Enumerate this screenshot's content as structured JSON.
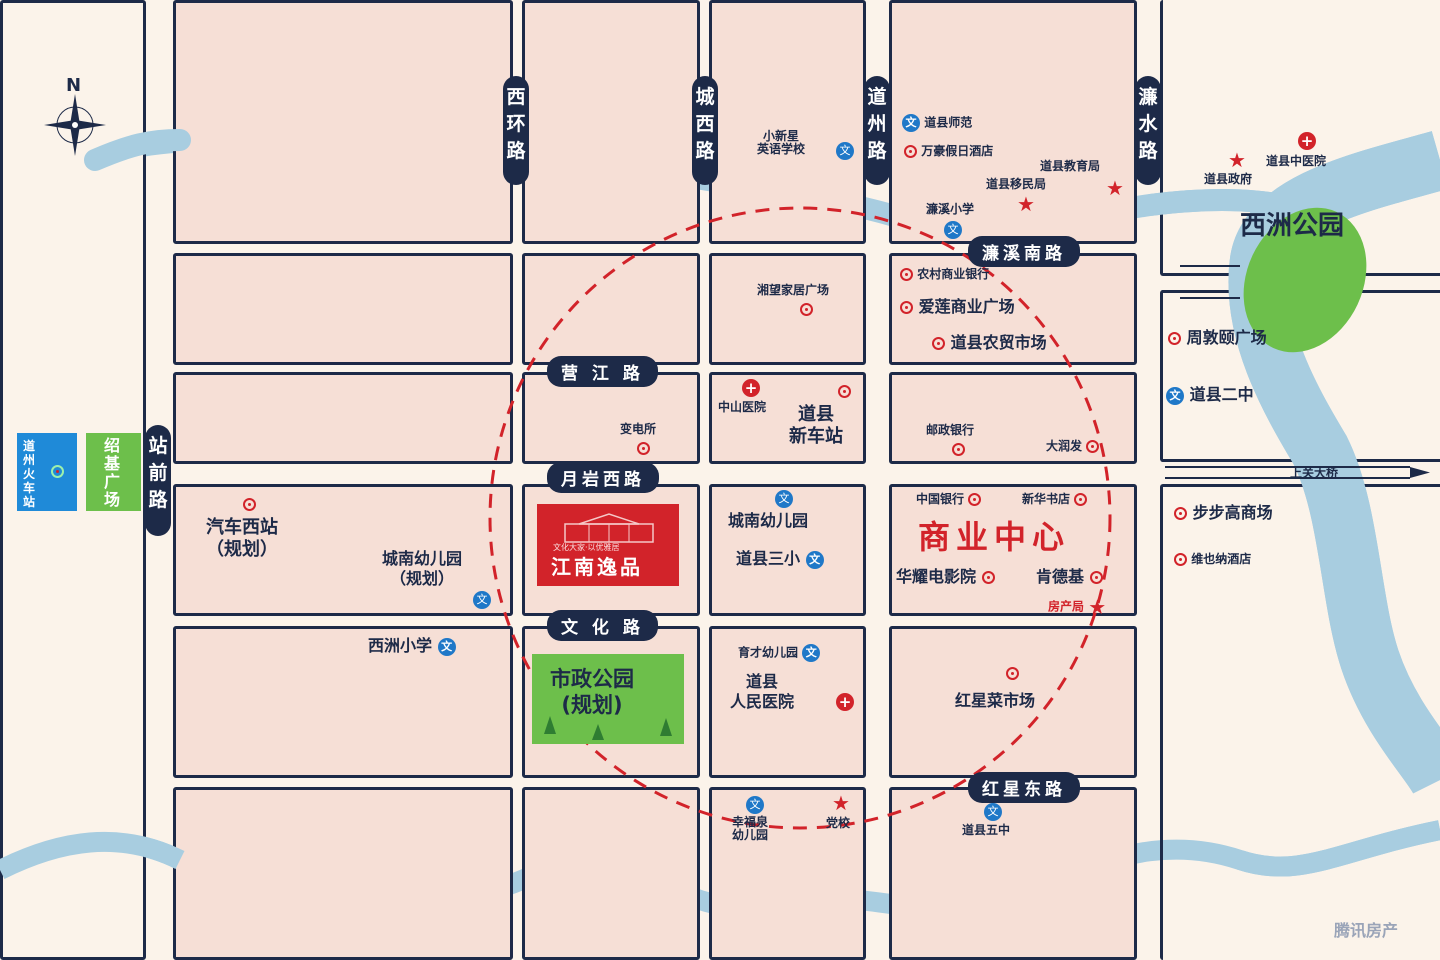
{
  "compass": {
    "label": "N"
  },
  "roads": {
    "xihuan": "西\n环\n路",
    "chengxi": "城\n西\n路",
    "daozhou": "道\n州\n路",
    "lianshui": "濂\n水\n路",
    "zhanqian": "站\n前\n路",
    "lianxi_nan": "濂溪南路",
    "yingjiang": "营 江 路",
    "yueyan_xi": "月岩西路",
    "wenhua": "文 化 路",
    "hongxing_dong": "红星东路",
    "shangguan_bridge": "上关大桥"
  },
  "left_panel": {
    "train_station": "道\n州\n火\n车\n站",
    "shaoji_square": "绍\n基\n广\n场"
  },
  "project": {
    "name": "江南逸品",
    "slogan": "文化大家·以优雅居"
  },
  "park": {
    "xizhou": "西洲公园",
    "shizheng": "市政公园\n(规划)"
  },
  "business_center": "商业中心",
  "pois": {
    "daoxian_shifan": "道县师范",
    "xiaoxinxing": "小新星\n英语学校",
    "wanhao": "万豪假日酒店",
    "jiaoyuju": "道县教育局",
    "yiminju": "道县移民局",
    "lianxi_xiaoxue": "濂溪小学",
    "zhongyiyuan": "道县中医院",
    "zhengfu": "道县政府",
    "nongcun_bank": "农村商业银行",
    "ailian": "爱莲商业广场",
    "nongmao": "道县农贸市场",
    "xiangwang": "湘望家居广场",
    "zhoudunyi": "周敦颐广场",
    "erzhong": "道县二中",
    "zhongshan": "中山医院",
    "xinchezhan": "道县\n新车站",
    "biandiansuo": "变电所",
    "youzheng": "邮政银行",
    "darunfa": "大润发",
    "qiche_xizhan": "汽车西站\n（规划）",
    "chengnan_you_plan": "城南幼儿园\n（规划）",
    "chengnan_you": "城南幼儿园",
    "sanxiao": "道县三小",
    "zhongguo_bank": "中国银行",
    "xinhua": "新华书店",
    "huayao": "华耀电影院",
    "kfc": "肯德基",
    "fangchanju": "房产局",
    "bubugao": "步步高商场",
    "weiyena": "维也纳酒店",
    "xizhou_xiaoxue": "西洲小学",
    "yucai": "育才幼儿园",
    "renmin_yiyuan": "道县\n人民医院",
    "hongxing_market": "红星菜市场",
    "xingfuquan": "幸福泉\n幼儿园",
    "dangxiao": "党校",
    "wuzhong": "道县五中"
  },
  "icon_glyphs": {
    "edu": "文",
    "hosp": "+",
    "star": "★"
  },
  "watermark": "腾讯房产"
}
